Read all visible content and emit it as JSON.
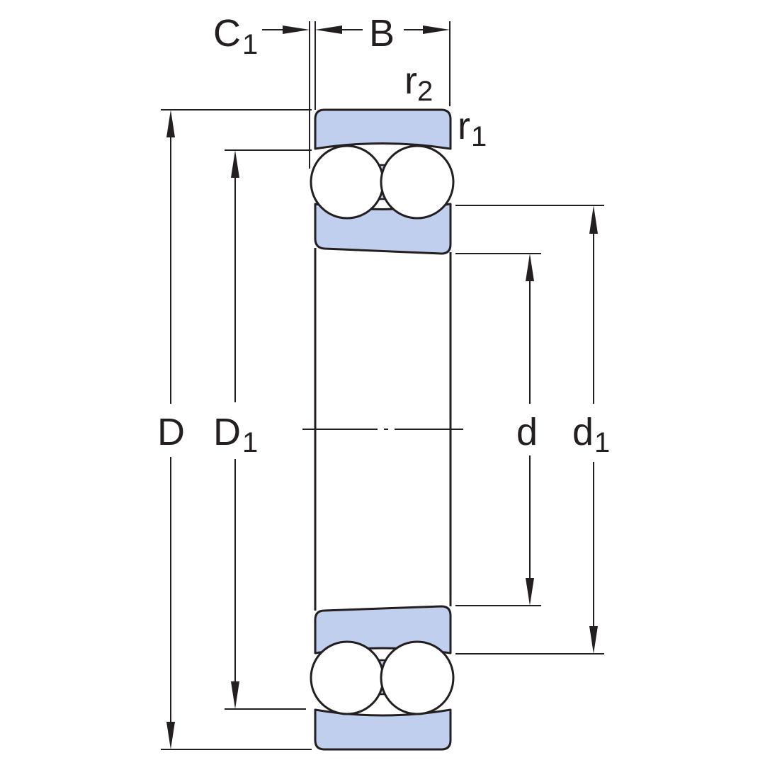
{
  "labels": {
    "C": "C",
    "C_sub": "1",
    "B": "B",
    "r2": "r",
    "r2_sub": "2",
    "r1": "r",
    "r1_sub": "1",
    "D": "D",
    "D1": "D",
    "D1_sub": "1",
    "d": "d",
    "d1": "d",
    "d1_sub": "1"
  },
  "colors": {
    "ring_fill": "#c1cfee",
    "line": "#231f20",
    "background": "#ffffff"
  }
}
